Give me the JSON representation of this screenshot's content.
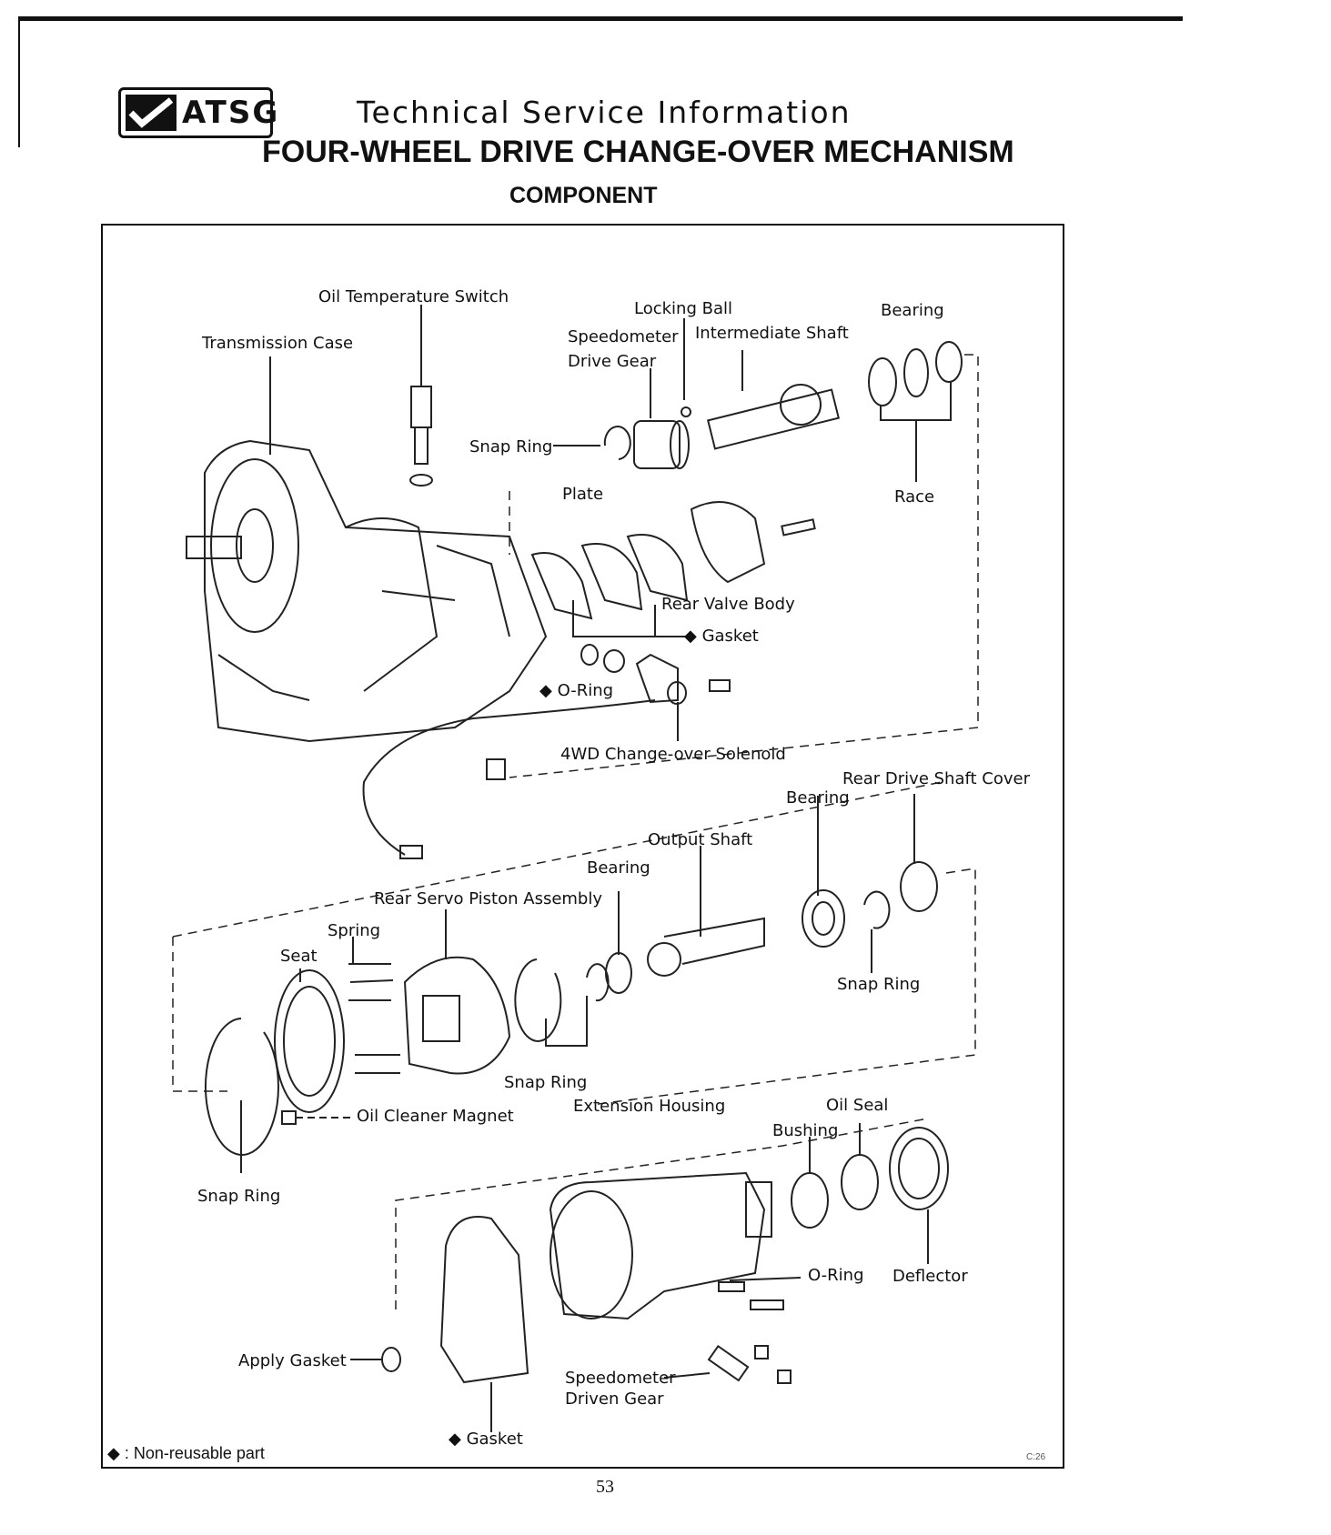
{
  "header": {
    "logo_text": "ATSG",
    "subtitle": "Technical Service Information",
    "title": "FOUR-WHEEL DRIVE CHANGE-OVER MECHANISM",
    "section": "COMPONENT"
  },
  "labels": {
    "oil_temp_switch": "Oil Temperature Switch",
    "transmission_case": "Transmission Case",
    "locking_ball": "Locking Ball",
    "speedometer_drive_gear_1": "Speedometer",
    "speedometer_drive_gear_2": "Drive Gear",
    "intermediate_shaft": "Intermediate Shaft",
    "bearing_top": "Bearing",
    "snap_ring_top": "Snap Ring",
    "plate": "Plate",
    "race": "Race",
    "rear_valve_body": "Rear Valve Body",
    "gasket_valve": "◆ Gasket",
    "o_ring_top": "◆ O-Ring",
    "solenoid": "4WD Change-over Solenoid",
    "rear_drive_shaft_cover": "Rear Drive Shaft Cover",
    "bearing_right": "Bearing",
    "output_shaft": "Output Shaft",
    "bearing_mid": "Bearing",
    "rear_servo_piston": "Rear Servo Piston Assembly",
    "spring": "Spring",
    "seat": "Seat",
    "snap_ring_right": "Snap Ring",
    "snap_ring_mid": "Snap Ring",
    "oil_cleaner_magnet": "Oil Cleaner Magnet",
    "extension_housing": "Extension Housing",
    "oil_seal": "Oil Seal",
    "bushing": "Bushing",
    "snap_ring_left": "Snap Ring",
    "o_ring_bottom": "O-Ring",
    "deflector": "Deflector",
    "apply_gasket": "Apply Gasket",
    "speedometer_driven_gear_1": "Speedometer",
    "speedometer_driven_gear_2": "Driven Gear",
    "gasket_bottom": "◆ Gasket"
  },
  "footer": {
    "note": "◆ : Non-reusable part",
    "page_number": "53",
    "figure_code": "C:26"
  }
}
